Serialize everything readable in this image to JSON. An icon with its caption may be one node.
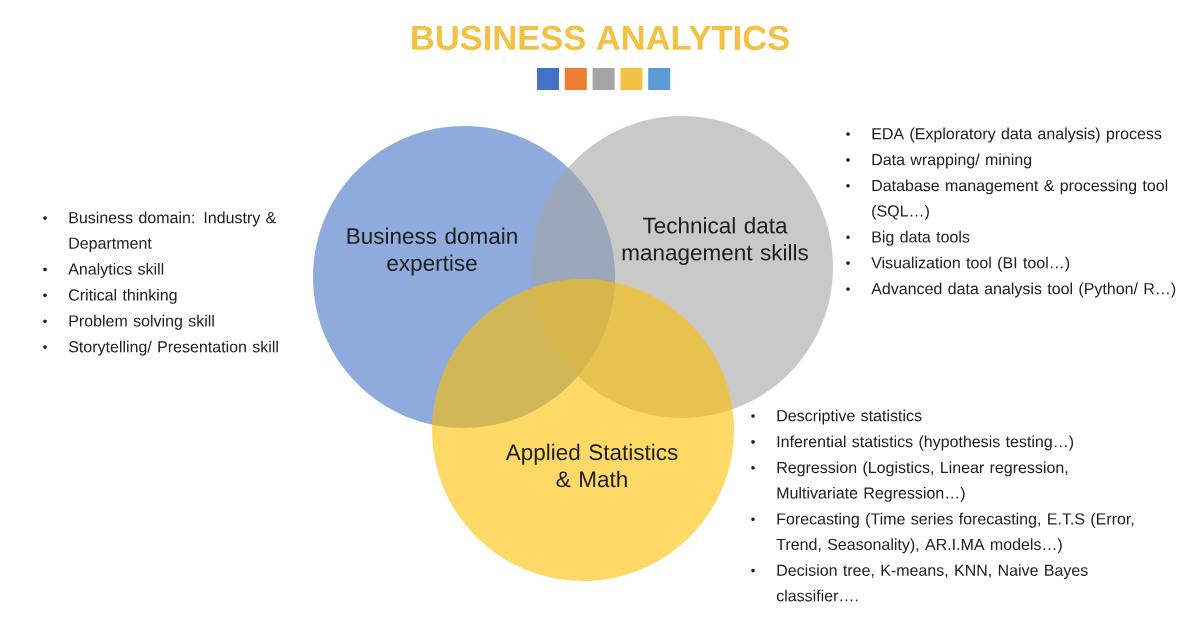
{
  "diagram": {
    "title": "BUSINESS ANALYTICS",
    "nodes": [
      {
        "text": [
          "Business domain expertise"
        ],
        "beside": [
          "Business domain: Industry & Department",
          "Analytics skill",
          "Critical thinking",
          "Problem solving skill",
          "Storytelling/ Presentation skill"
        ]
      },
      {
        "text": [
          "Technical data management skills"
        ],
        "beside": [
          "EDA (Exploratory data analysis) process",
          "Data wrapping/ mining",
          "Database management & processing tool (SQL…)",
          "Big data tools",
          "Visualization tool (BI tool…)",
          "Advanced data analysis tool (Python/ R…)"
        ]
      },
      {
        "text": [
          "Applied Statistics & Math"
        ]
      }
    ],
    "labels": [
      "Descriptive statistics",
      "Inferential statistics (hypothesis testing…)",
      "Regression (Logistics, Linear regression, Multivariate Regression…)",
      "Forecasting (Time series forecasting, E.T.S (Error, Trend, Seasonality), AR.I.MA models…)",
      "Decision tree, K-means, KNN, Naive Bayes classifier…."
    ]
  }
}
